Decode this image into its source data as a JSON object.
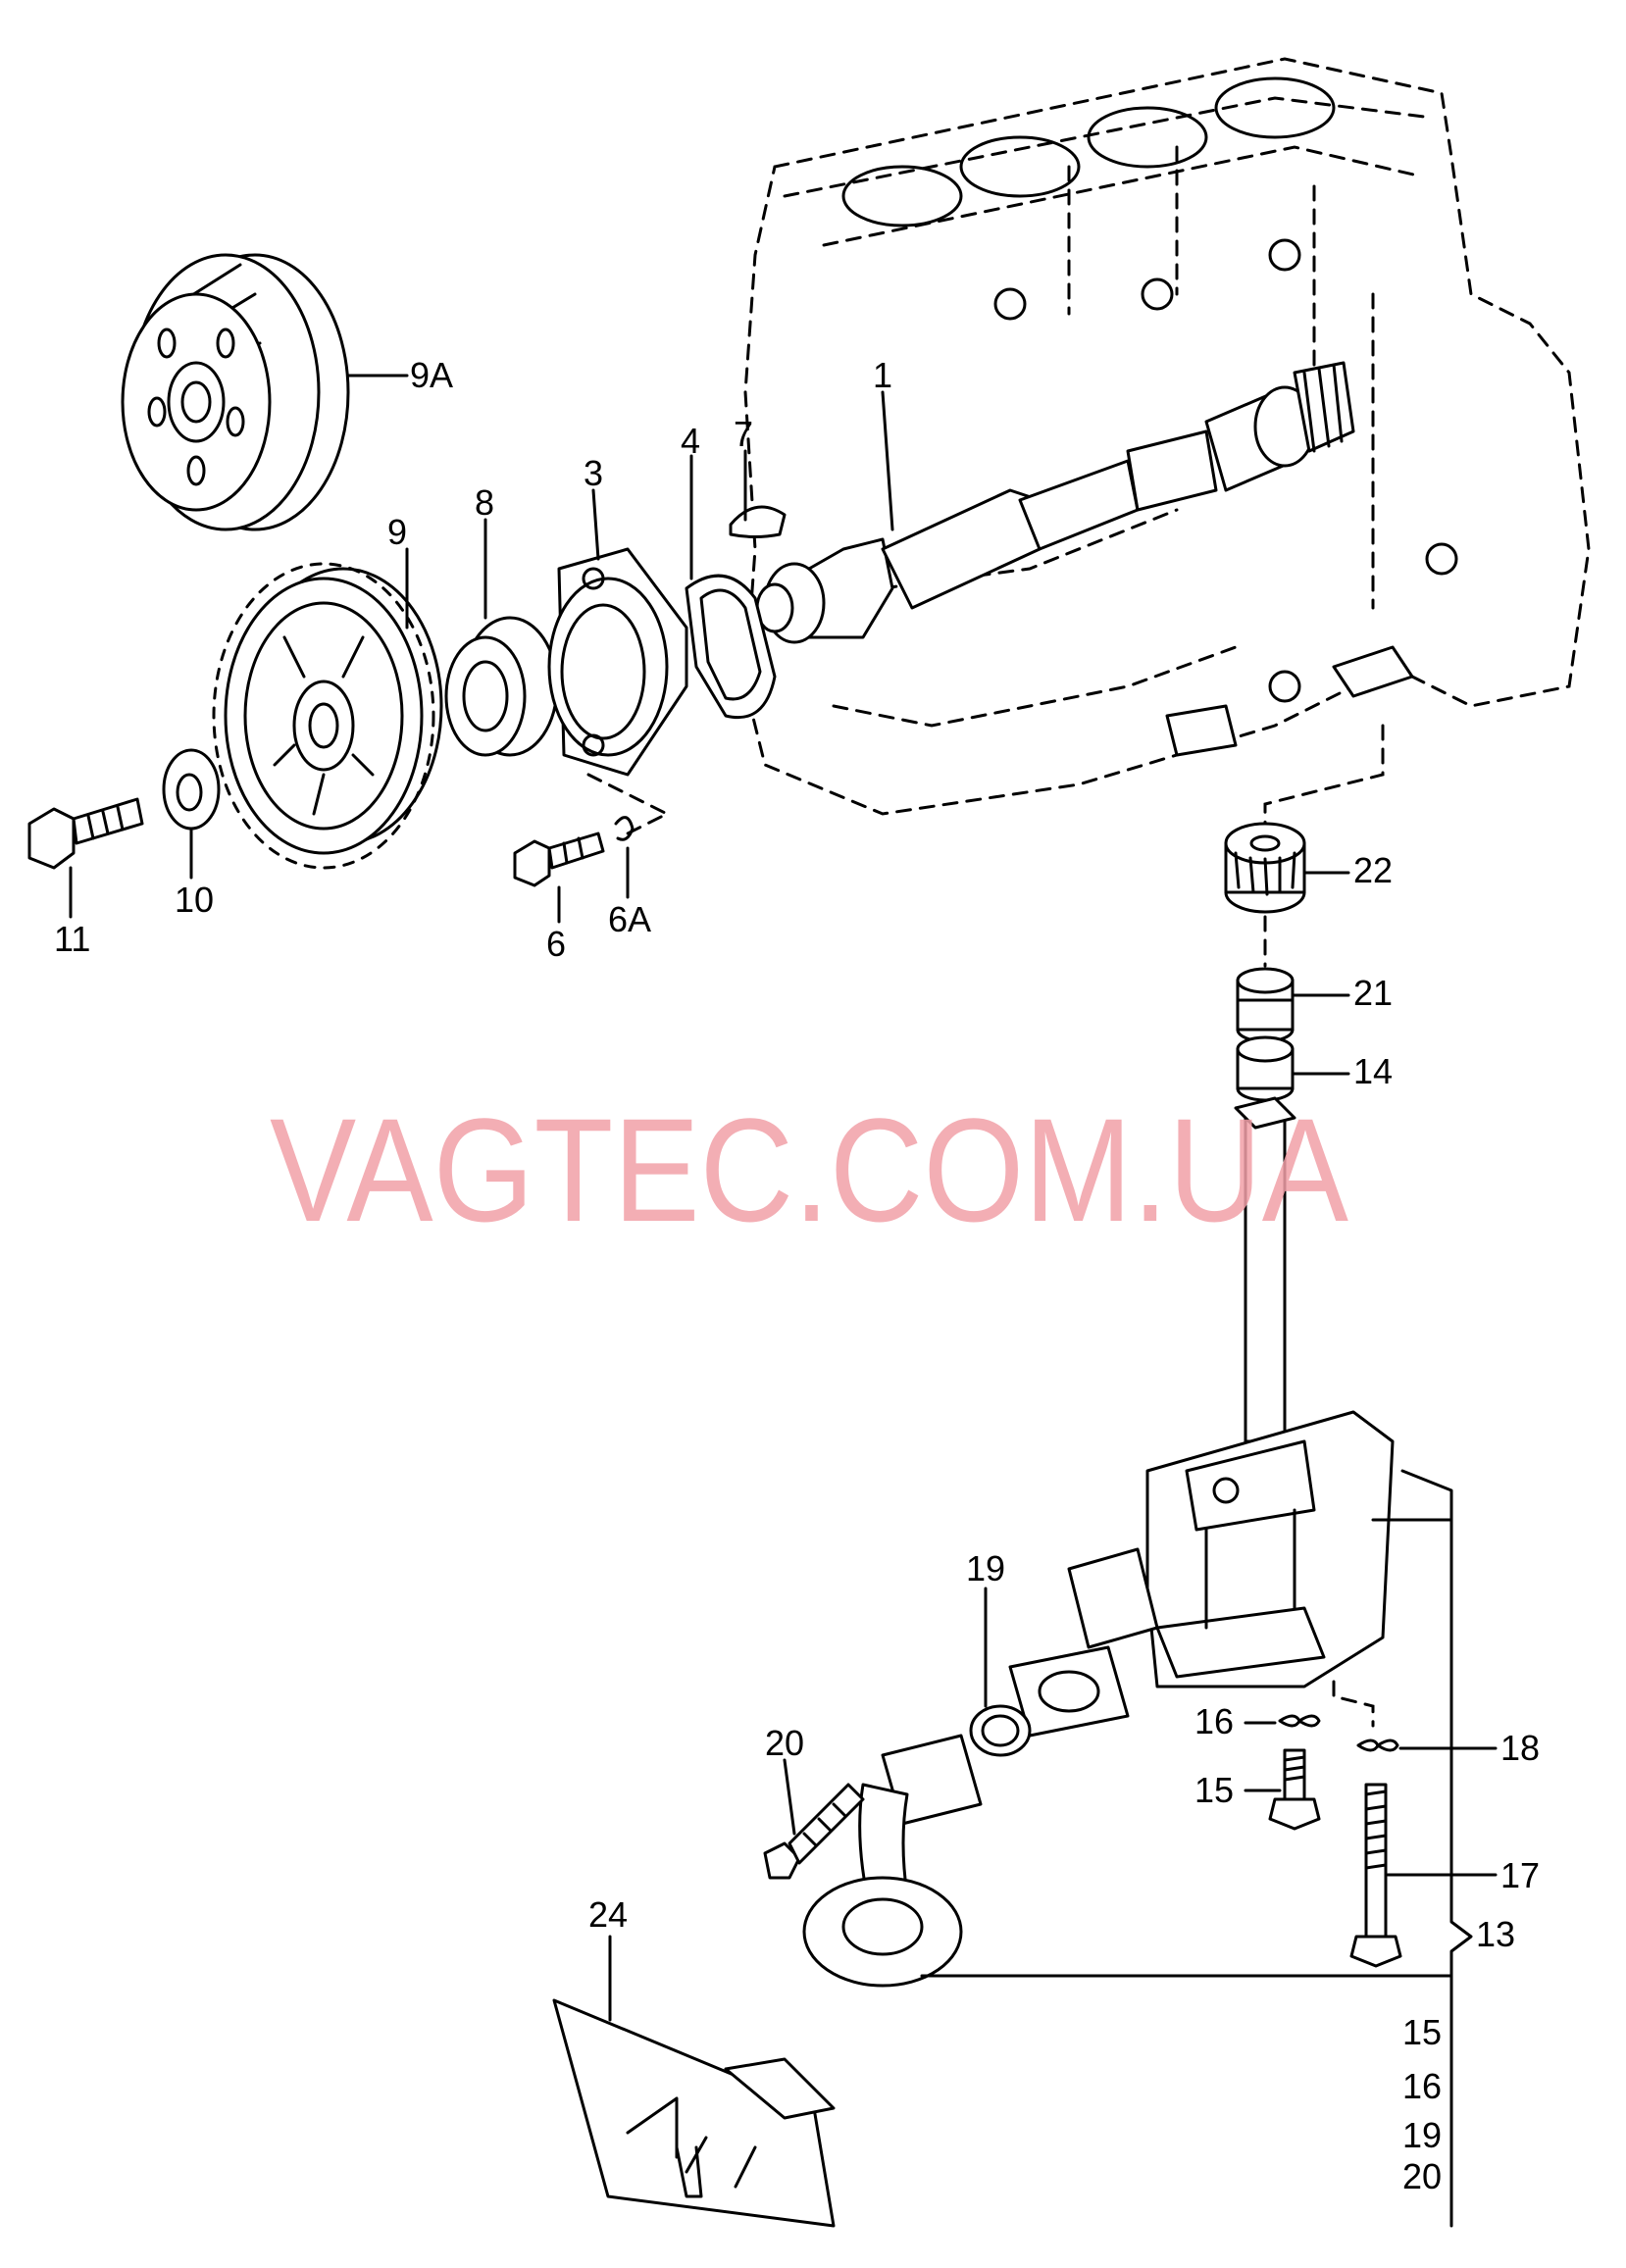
{
  "watermark": "VAGTEC.COM.UA",
  "callouts": {
    "c1": "1",
    "c3": "3",
    "c4": "4",
    "c6": "6",
    "c6a": "6A",
    "c7": "7",
    "c8": "8",
    "c9": "9",
    "c9a": "9A",
    "c10": "10",
    "c11": "11",
    "c13": "13",
    "c14": "14",
    "c15": "15",
    "c16": "16",
    "c17": "17",
    "c18": "18",
    "c19": "19",
    "c20": "20",
    "c21": "21",
    "c22": "22",
    "c24": "24"
  },
  "kit_list": [
    "15",
    "16",
    "19",
    "20"
  ]
}
